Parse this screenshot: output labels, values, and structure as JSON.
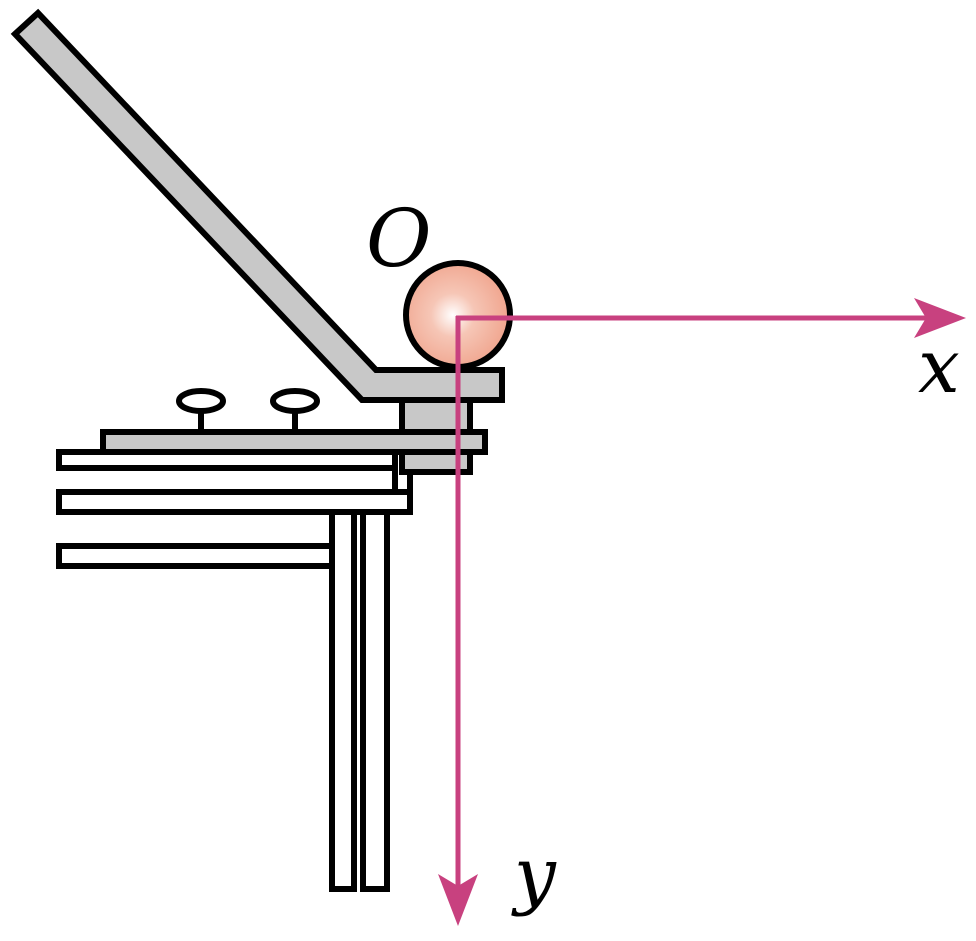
{
  "labels": {
    "origin": "O",
    "x_axis": "x",
    "y_axis": "y"
  },
  "colors": {
    "axis": "#c8417f",
    "apparatus_fill": "#c8c8c8",
    "outline": "#000000",
    "ball_fill": "#f2a792"
  },
  "icons": {
    "ball": "sphere",
    "axes": "arrow"
  }
}
